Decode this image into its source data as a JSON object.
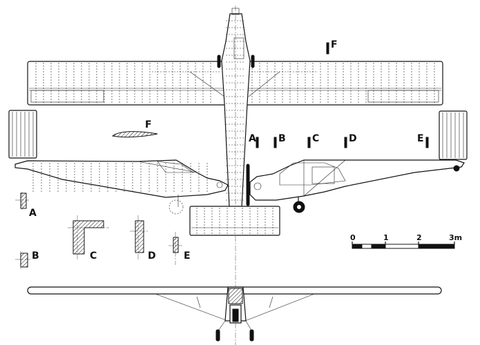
{
  "section_labels": {
    "A": "A",
    "B": "B",
    "C": "C",
    "D": "D",
    "E": "E",
    "F": "F"
  },
  "scale_bar": {
    "ticks": [
      "0",
      "1",
      "2",
      "3m"
    ]
  },
  "colors": {
    "ink": "#111111",
    "paper": "#ffffff"
  }
}
